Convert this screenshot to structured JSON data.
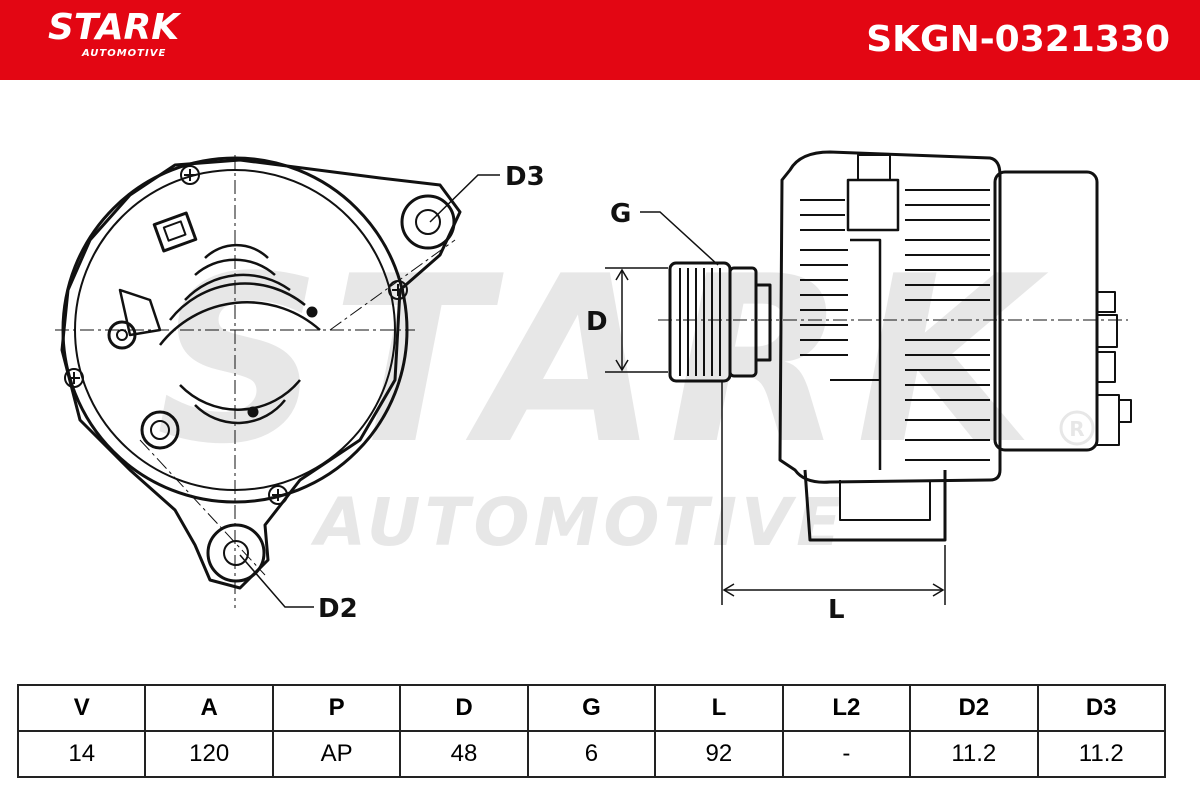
{
  "header": {
    "brand": "STARK",
    "brand_sub": "AUTOMOTIVE",
    "part_number": "SKGN-0321330",
    "color": "#e30613"
  },
  "watermark": {
    "main": "STARK",
    "sub": "AUTOMOTIVE"
  },
  "dimension_labels": {
    "d3": "D3",
    "d2": "D2",
    "g": "G",
    "d": "D",
    "l": "L"
  },
  "specs": {
    "headers": [
      "V",
      "A",
      "P",
      "D",
      "G",
      "L",
      "L2",
      "D2",
      "D3"
    ],
    "values": [
      "14",
      "120",
      "AP",
      "48",
      "6",
      "92",
      "-",
      "11.2",
      "11.2"
    ]
  }
}
